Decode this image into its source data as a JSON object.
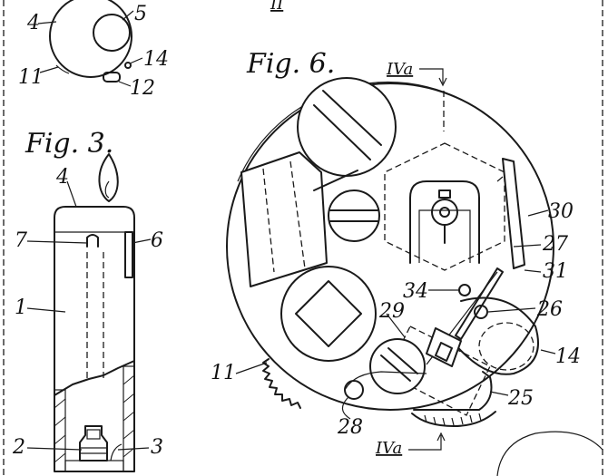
{
  "figures": {
    "fig3": "Fig. 3.",
    "fig6": "Fig. 6."
  },
  "section_marks": {
    "top": "IVa",
    "bottom": "IVa",
    "corner": "II"
  },
  "reference_numerals": {
    "n1": "1",
    "n2": "2",
    "n3": "3",
    "n4_top": "4",
    "n4_fig3": "4",
    "n5": "5",
    "n6": "6",
    "n7": "7",
    "n11_top": "11",
    "n11_fig6": "11",
    "n12": "12",
    "n14_top": "14",
    "n14_fig6": "14",
    "n25": "25",
    "n26": "26",
    "n27": "27",
    "n28": "28",
    "n29": "29",
    "n30": "30",
    "n31": "31",
    "n34": "34"
  }
}
